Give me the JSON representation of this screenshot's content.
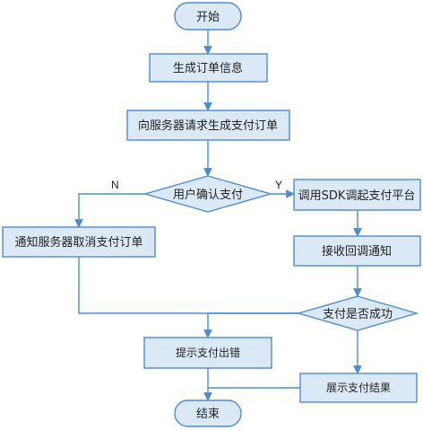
{
  "diagram": {
    "nodes": {
      "start": "开始",
      "gen_order": "生成订单信息",
      "request_server": "向服务器请求生成支付订单",
      "confirm": "用户确认支付",
      "call_sdk": "调用SDK调起支付平台",
      "notify_cancel": "通知服务器取消支付订单",
      "receive_callback": "接收回调通知",
      "success_check": "支付是否成功",
      "show_error": "提示支付出错",
      "show_result": "展示支付结果",
      "end": "结束"
    },
    "edge_labels": {
      "confirm_no": "N",
      "confirm_yes": "Y"
    }
  }
}
